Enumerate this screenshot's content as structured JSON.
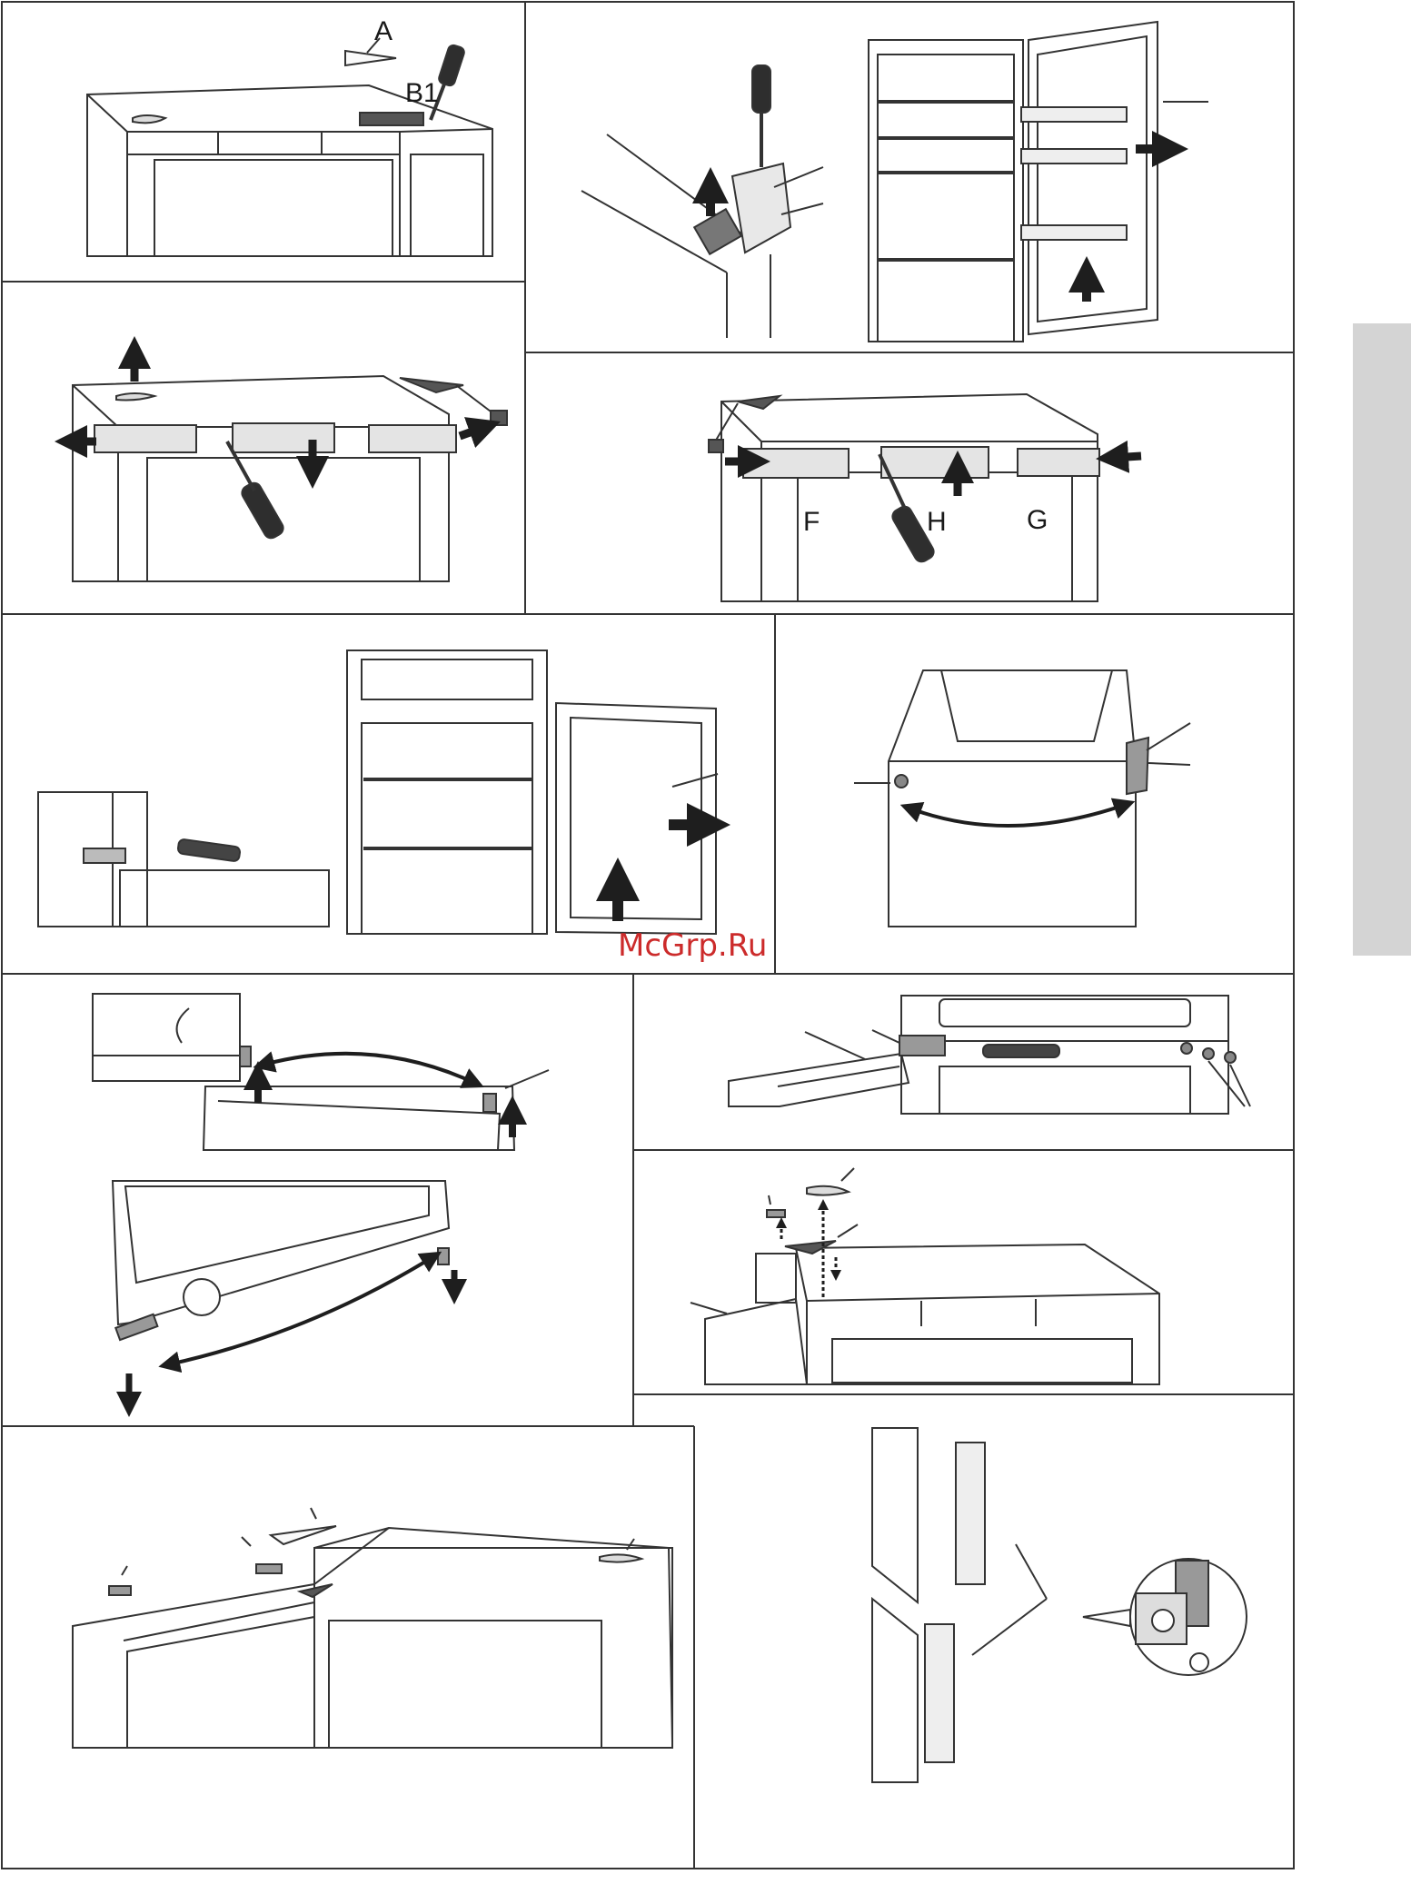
{
  "labels": {
    "a": "A",
    "b1": "B1",
    "f": "F",
    "g": "G",
    "h": "H"
  },
  "watermark": "McGrp.Ru",
  "colors": {
    "line": "#333333",
    "arrow": "#1e1e1e",
    "handle": "#3a3a3a",
    "grey_panel": "#dcdcdc",
    "side_tab": "#d4d4d4",
    "watermark": "#cc2b2b"
  }
}
